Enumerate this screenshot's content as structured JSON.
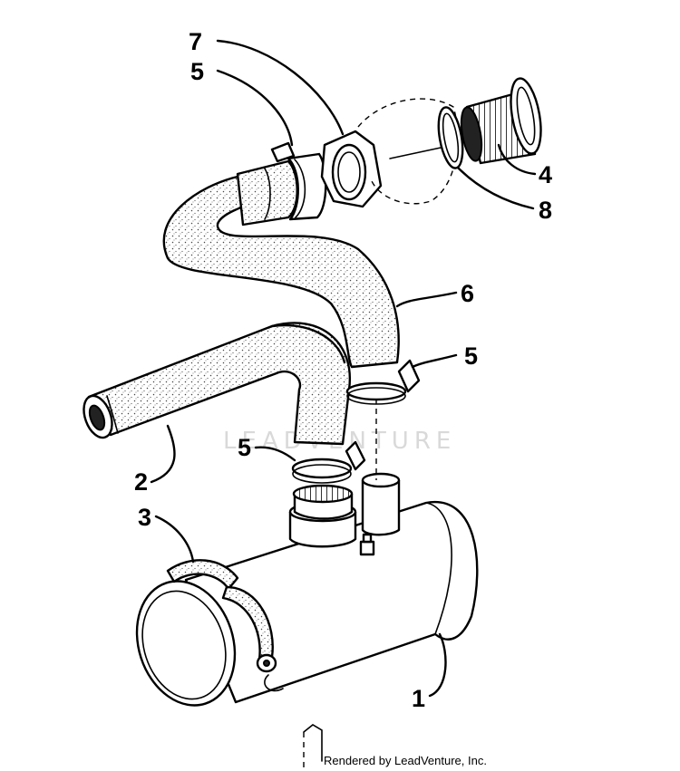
{
  "callouts": {
    "c7": "7",
    "c5_top": "5",
    "c4": "4",
    "c8": "8",
    "c6": "6",
    "c5_right": "5",
    "c5_mid": "5",
    "c2": "2",
    "c3": "3",
    "c1": "1"
  },
  "watermark": "LEADVENTURE",
  "credit": "Rendered by LeadVenture, Inc."
}
